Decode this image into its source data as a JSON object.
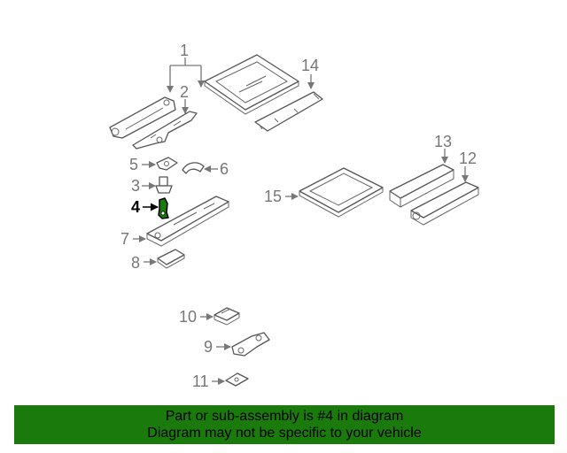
{
  "diagram": {
    "callouts": {
      "c1": "1",
      "c2": "2",
      "c3": "3",
      "c4": "4",
      "c5": "5",
      "c6": "6",
      "c7": "7",
      "c8": "8",
      "c9": "9",
      "c10": "10",
      "c11": "11",
      "c12": "12",
      "c13": "13",
      "c14": "14",
      "c15": "15"
    },
    "highlighted_part": "4",
    "highlight_color": "#1a7a0c"
  },
  "banner": {
    "line1": "Part or sub-assembly is #4 in diagram",
    "line2": "Diagram may not be specific to your vehicle",
    "background": "#1a7a0c"
  }
}
